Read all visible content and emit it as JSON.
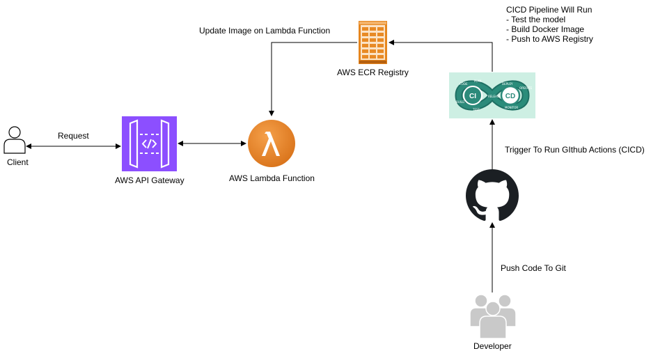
{
  "nodes": {
    "client": {
      "label": "Client"
    },
    "api_gateway": {
      "label": "AWS API Gateway"
    },
    "lambda": {
      "label": "AWS Lambda Function"
    },
    "ecr": {
      "label": "AWS ECR Registry"
    },
    "cicd": {
      "badge_ci": "CI",
      "badge_cd": "CD"
    },
    "github": {
      "label": ""
    },
    "developer": {
      "label": "Developer"
    }
  },
  "edges": {
    "request": "Request",
    "update_image": "Update Image on Lambda Function",
    "trigger": "Trigger To Run GIthub Actions (CICD)",
    "push_code": "Push Code To Git"
  },
  "cicd_note": {
    "title": "CICD Pipeline Will Run",
    "steps": [
      "- Test the model",
      "- Build Docker Image",
      "- Push to AWS Registry"
    ]
  },
  "colors": {
    "api_gateway": "#8C4FFF",
    "lambda": "#ED7100",
    "ecr": "#ED7100",
    "cicd_bg": "#CDEFE3",
    "cicd_ci": "#2C8A7A",
    "github": "#1B1F23",
    "people": "#C9C9C9"
  }
}
